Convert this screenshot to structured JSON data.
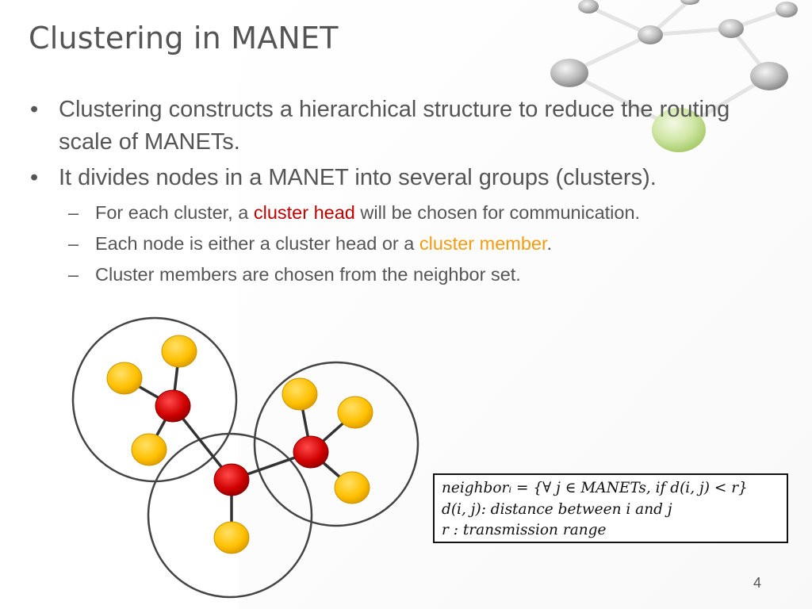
{
  "slide": {
    "title": "Clustering in MANET",
    "page_number": "4"
  },
  "bullets": [
    {
      "text": "Clustering constructs a hierarchical structure to reduce the routing scale of MANETs.",
      "subs": []
    },
    {
      "text": "It divides nodes in a MANET into several groups (clusters).",
      "subs": [
        {
          "pre": "For each cluster, a ",
          "highlight": "cluster head",
          "post": " will be chosen for communication."
        },
        {
          "pre": "Each node is either a cluster head or a ",
          "highlight": "cluster member",
          "post": "."
        },
        {
          "pre": "Cluster members are chosen from the neighbor set.",
          "highlight": "",
          "post": ""
        }
      ]
    }
  ],
  "formula": {
    "lines": [
      "neighborᵢ = {∀ j ∈ MANETs, if d(i, j) < r}",
      "d(i, j): distance between i and j",
      "r : transmission range"
    ]
  },
  "colors": {
    "title": "#555555",
    "text": "#555555",
    "cluster_head": "#c00000",
    "cluster_member": "#f39c12",
    "head_node": "#cc0000",
    "member_node": "#ffc000",
    "cluster_circle": "#444444"
  }
}
